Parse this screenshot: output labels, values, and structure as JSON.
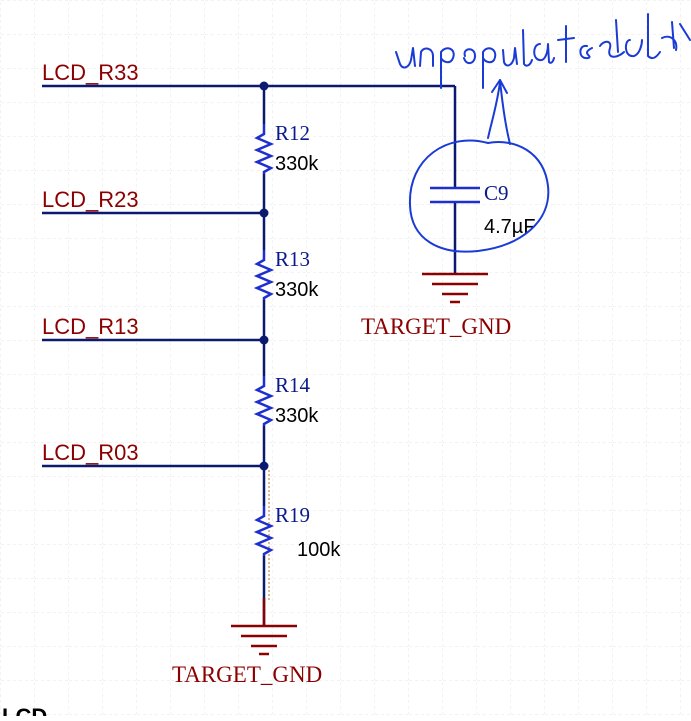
{
  "nets": {
    "lcd_r33": "LCD_R33",
    "lcd_r23": "LCD_R23",
    "lcd_r13": "LCD_R13",
    "lcd_r03": "LCD_R03"
  },
  "components": {
    "r12": {
      "designator": "R12",
      "value": "330k"
    },
    "r13": {
      "designator": "R13",
      "value": "330k"
    },
    "r14": {
      "designator": "R14",
      "value": "330k"
    },
    "r19": {
      "designator": "R19",
      "value": "100k"
    },
    "c9": {
      "designator": "C9",
      "value": "4.7µF"
    }
  },
  "ground": {
    "cap_label": "TARGET_GND",
    "ladder_label": "TARGET_GND"
  },
  "annotation": {
    "handwritten_text": "unpopulated"
  },
  "colors": {
    "wire": "#0b1a6e",
    "resistor": "#1e2fd0",
    "ground": "#8b0000",
    "net_label": "#8b0000",
    "designator": "#0a1a8c",
    "handwriting": "#1a3bd6",
    "grid": "#e6e6e6"
  }
}
